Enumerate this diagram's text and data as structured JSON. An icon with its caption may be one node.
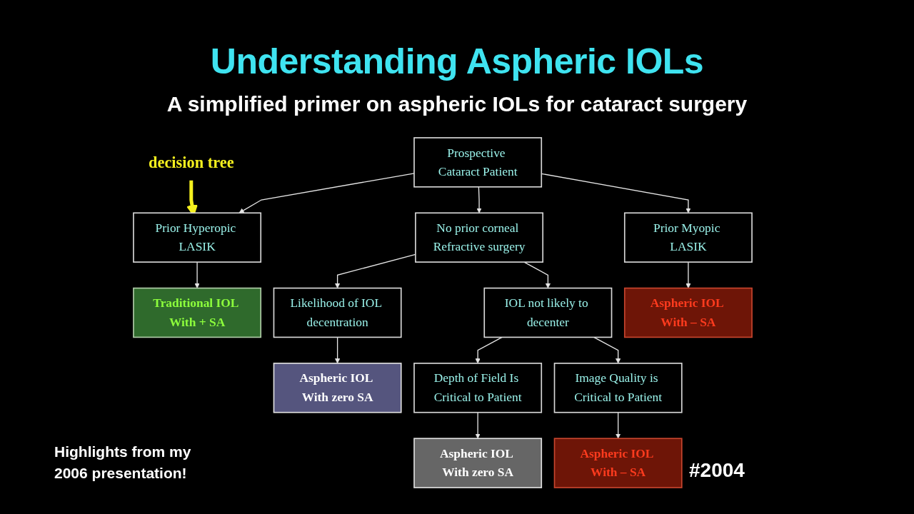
{
  "diagram": {
    "title": "Understanding Aspheric IOLs",
    "nodes": [
      {
        "text": [
          "Prospective Cataract Patient"
        ]
      },
      {
        "text": [
          "Prior Hyperopic LASIK"
        ]
      },
      {
        "text": [
          "No prior corneal Refractive surgery"
        ]
      },
      {
        "text": [
          "Prior Myopic LASIK"
        ]
      },
      {
        "text": [
          "Traditional IOL With + SA"
        ]
      },
      {
        "text": [
          "Likelihood of IOL decentration"
        ]
      },
      {
        "text": [
          "IOL not likely to decenter"
        ]
      },
      {
        "text": [
          "Aspheric IOL With – SA"
        ]
      },
      {
        "text": [
          "Aspheric IOL With zero SA"
        ]
      },
      {
        "text": [
          "Depth of Field Is Critical to Patient"
        ]
      },
      {
        "text": [
          "Image Quality is Critical to Patient"
        ]
      },
      {
        "text": [
          "Aspheric IOL With zero SA"
        ]
      },
      {
        "text": [
          "Aspheric IOL With – SA"
        ]
      },
      {
        "text": [
          "decision tree"
        ]
      }
    ],
    "edges": [
      {
        "from": 0,
        "to": 1,
        "arrow": "to"
      },
      {
        "from": 0,
        "to": 2,
        "arrow": "to"
      },
      {
        "from": 0,
        "to": 3,
        "arrow": "to"
      },
      {
        "from": 1,
        "to": 4,
        "arrow": "to"
      },
      {
        "from": 2,
        "to": 5,
        "arrow": "to"
      },
      {
        "from": 2,
        "to": 6,
        "arrow": "to"
      },
      {
        "from": 3,
        "to": 7,
        "arrow": "to"
      },
      {
        "from": 5,
        "to": 8,
        "arrow": "to"
      },
      {
        "from": 6,
        "to": 9,
        "arrow": "to"
      },
      {
        "from": 6,
        "to": 10,
        "arrow": "to"
      },
      {
        "from": 9,
        "to": 11,
        "arrow": "to"
      },
      {
        "from": 10,
        "to": 12,
        "arrow": "to"
      },
      {
        "from": 13,
        "to": 1,
        "arrow": "to",
        "style": "thick",
        "color": "#f5f01e"
      }
    ],
    "labels": [
      "A simplified primer on aspheric IOLs for cataract surgery",
      "Highlights from my 2006 presentation!",
      "#2004"
    ]
  }
}
